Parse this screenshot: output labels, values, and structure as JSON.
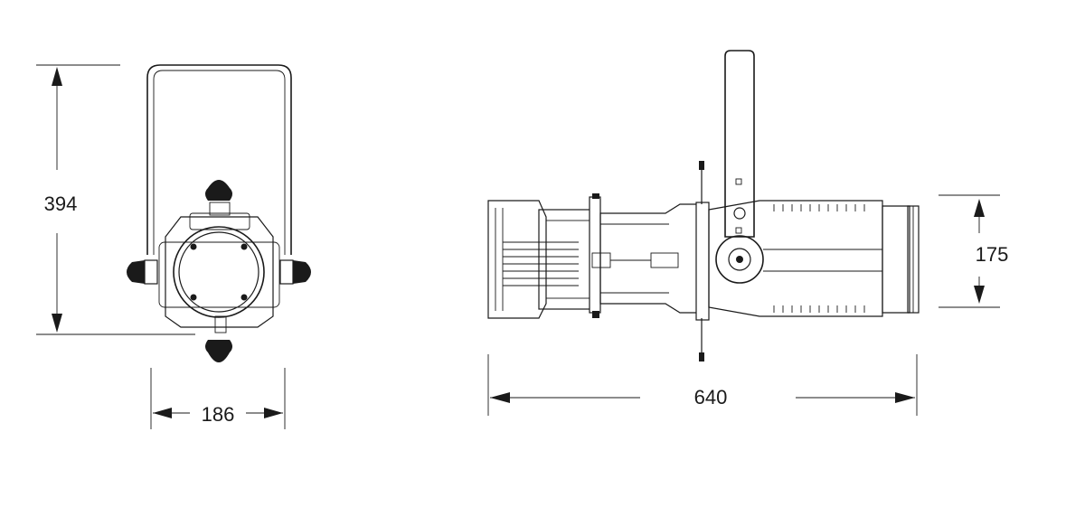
{
  "dimensions": {
    "front_height": "394",
    "front_width": "186",
    "side_length": "640",
    "side_height": "175"
  },
  "colors": {
    "line": "#1a1a1a",
    "background": "#ffffff"
  }
}
